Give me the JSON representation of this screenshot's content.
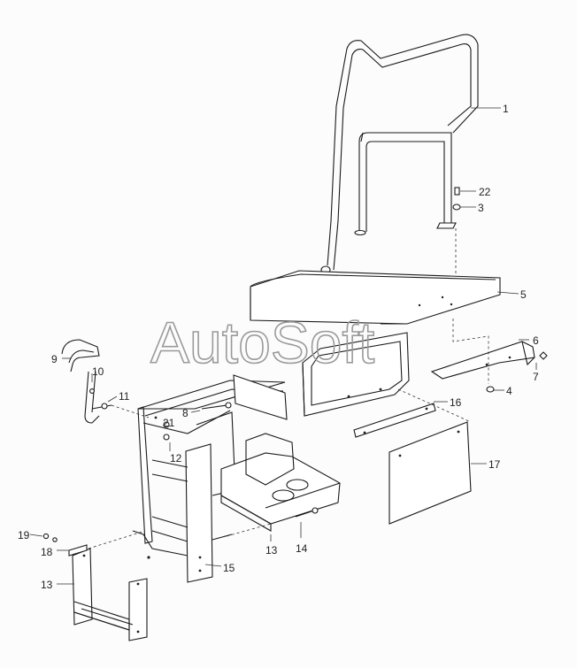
{
  "watermark": "AutoSoft",
  "callouts": {
    "c1": "1",
    "c3": "3",
    "c4": "4",
    "c5": "5",
    "c6": "6",
    "c7": "7",
    "c8": "8",
    "c9": "9",
    "c10": "10",
    "c11": "11",
    "c12": "12",
    "c13a": "13",
    "c13b": "13",
    "c14": "14",
    "c15": "15",
    "c16": "16",
    "c17": "17",
    "c18": "18",
    "c19": "19",
    "c21": "21",
    "c22": "22"
  }
}
